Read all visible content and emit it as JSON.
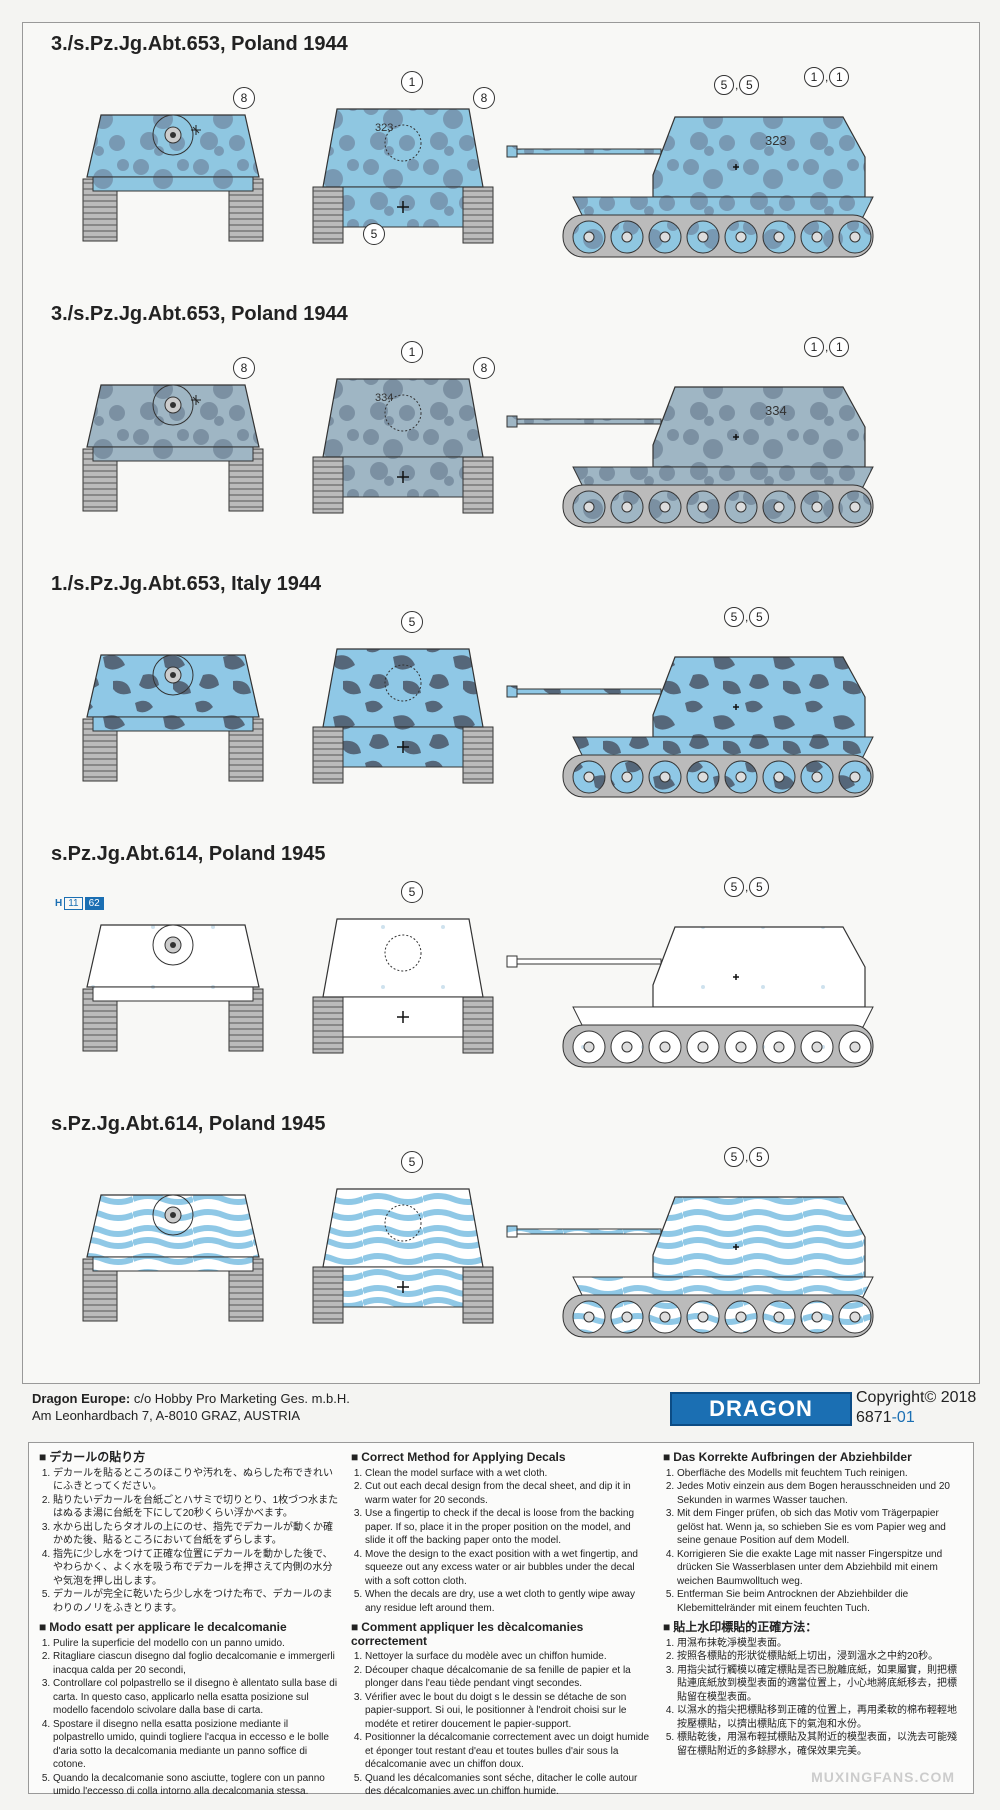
{
  "schemes": [
    {
      "title": "3./s.Pz.Jg.Abt.653, Poland 1944",
      "camo": "#8fc7e1",
      "dark": "#6e86a0",
      "pattern": "spots",
      "front": [
        "8"
      ],
      "rear": [
        "1",
        "8",
        "5"
      ],
      "side": [
        [
          "5",
          "5"
        ],
        [
          "1",
          "1"
        ]
      ],
      "number": "323"
    },
    {
      "title": "3./s.Pz.Jg.Abt.653, Poland 1944",
      "camo": "#9fb6c4",
      "dark": "#6c8094",
      "pattern": "spots",
      "front": [
        "8"
      ],
      "rear": [
        "1",
        "8"
      ],
      "side": [
        [
          "1",
          "1"
        ]
      ],
      "number": "334"
    },
    {
      "title": "1./s.Pz.Jg.Abt.653, Italy 1944",
      "camo": "#8fc8e6",
      "dark": "#55677a",
      "pattern": "blotch",
      "front": [],
      "rear": [
        "5"
      ],
      "side": [
        [
          "5",
          "5"
        ]
      ],
      "number": ""
    },
    {
      "title": "s.Pz.Jg.Abt.614, Poland 1945",
      "camo": "#ffffff",
      "dark": "#cfe2ee",
      "pattern": "white",
      "front": [],
      "rear": [
        "5"
      ],
      "side": [
        [
          "5",
          "5"
        ]
      ],
      "number": "",
      "hull_label": "H",
      "hull_num_a": "11",
      "hull_num_b": "62"
    },
    {
      "title": "s.Pz.Jg.Abt.614, Poland 1945",
      "camo": "#ffffff",
      "dark": "#8fc8e6",
      "pattern": "stripes",
      "front": [],
      "rear": [
        "5"
      ],
      "side": [
        [
          "5",
          "5"
        ]
      ],
      "number": ""
    }
  ],
  "footer": {
    "company": "Dragon Europe:",
    "address1": " c/o Hobby Pro Marketing Ges. m.b.H.",
    "address2": "Am Leonhardbach 7, A-8010 GRAZ, AUSTRIA",
    "brand": "DRAGON",
    "copyright": "Copyright© 2018",
    "code": "6871",
    "code_suffix": "-01"
  },
  "instructions": {
    "ja": {
      "title": "デカールの貼り方",
      "items": [
        "デカールを貼るところのほこりや汚れを、ぬらした布できれいにふきとってください。",
        "貼りたいデカールを台紙ごとハサミで切りとり、1枚づつ水またはぬるま湯に台紙を下にして20秒くらい浮かべます。",
        "水から出したらタオルの上にのせ、指先でデカールが動くか確かめた後、貼るところにおいて台紙をずらします。",
        "指先に少し水をつけて正確な位置にデカールを動かした後で、やわらかく、よく水を吸う布でデカールを押さえて内側の水分や気泡を押し出します。",
        "デカールが完全に乾いたら少し水をつけた布で、デカールのまわりのノリをふきとります。"
      ]
    },
    "en": {
      "title": "Correct Method for Applying Decals",
      "items": [
        "Clean the model surface with a wet cloth.",
        "Cut out each decal design from the decal sheet, and dip it in warm water for 20 seconds.",
        "Use a fingertip to check if the decal is loose from the backing paper. If so, place it in the proper position on the model, and slide it off the backing paper onto the model.",
        "Move the design to the exact position with a wet fingertip, and squeeze out any excess water or air bubbles under the decal with a soft cotton cloth.",
        "When the decals are dry, use a wet cloth to gently wipe away any residue left around them."
      ]
    },
    "de": {
      "title": "Das Korrekte Aufbringen der Abziehbilder",
      "items": [
        "Oberfläche des Modells mit feuchtem Tuch reinigen.",
        "Jedes Motiv einzein aus dem Bogen herausschneiden und 20 Sekunden in warmes Wasser tauchen.",
        "Mit dem Finger prüfen, ob sich das Motiv vom Trägerpapier gelöst hat. Wenn ja, so schieben Sie es vom Papier weg and seine genaue Position auf dem Modell.",
        "Korrigieren Sie die exakte Lage mit nasser Fingerspitze und drücken Sie Wasserblasen unter dem Abziehbild mit einem weichen Baumwolltuch weg.",
        "Entferman Sie beim Antrocknen der Abziehbilder die Klebemittelränder mit einem feuchten Tuch."
      ]
    },
    "it": {
      "title": "Modo esatt per applicare le decalcomanie",
      "items": [
        "Pulire la superficie del modello con un panno umido.",
        "Ritagliare ciascun disegno dal foglio decalcomanie e immergerli inacqua calda per 20 secondi,",
        "Controllare col polpastrello se il disegno è allentato sulla base di carta. In questo caso, applicarlo nella esatta posizione sul modello facendolo scivolare dalla base di carta.",
        "Spostare il disegno nella esatta posizione mediante il polpastrello umido, quindi togliere l'acqua in eccesso e le bolle d'aria sotto la decalcomania mediante un panno soffice di cotone.",
        "Quando la decalcomanie sono asciutte, toglere con un panno umido l'eccesso di colla intorno alla decalcomania stessa."
      ]
    },
    "fr": {
      "title": "Comment appliquer les dècalcomanies correctement",
      "items": [
        "Nettoyer la surface du modèle avec un chiffon humide.",
        "Découper chaque décalcomanie de sa fenille de papier et la plonger dans l'eau tiède pendant vingt secondes.",
        "Vérifier avec le bout du doigt s le dessin se détache de son papier-support. Si oui, le positionner à l'endroit choisi sur le modéte et retirer doucement le papier-support.",
        "Positionner la décalcomanie correctement avec un doigt humide et éponger tout restant d'eau et toutes bulles d'air sous la décalcomanie avec un chiffon doux.",
        "Quand les décalcomanies sont séche, ditacher le colle autour des décalcomanies avec un chiffon humide."
      ]
    },
    "zh": {
      "title": "貼上水印標貼的正確方法：",
      "items": [
        "用濕布抹乾淨模型表面。",
        "按照各標貼的形狀從標貼紙上切出，浸到溫水之中約20秒。",
        "用指尖試行觸模以確定標貼是否已脫離底紙，如果屬實，則把標貼連底紙放到模型表面的適當位置上，小心地將底紙移去，把標貼留在模型表面。",
        "以濕水的指尖把標貼移到正確的位置上，再用柔軟的棉布輕輕地按壓標貼，以擠出標貼底下的氣泡和水份。",
        "標貼乾後，用濕布輕拭標貼及其附近的模型表面，以洗去可能殘留在標貼附近的多餘膠水，確保效果完美。"
      ]
    }
  },
  "watermark": "MUXINGFANS.COM"
}
